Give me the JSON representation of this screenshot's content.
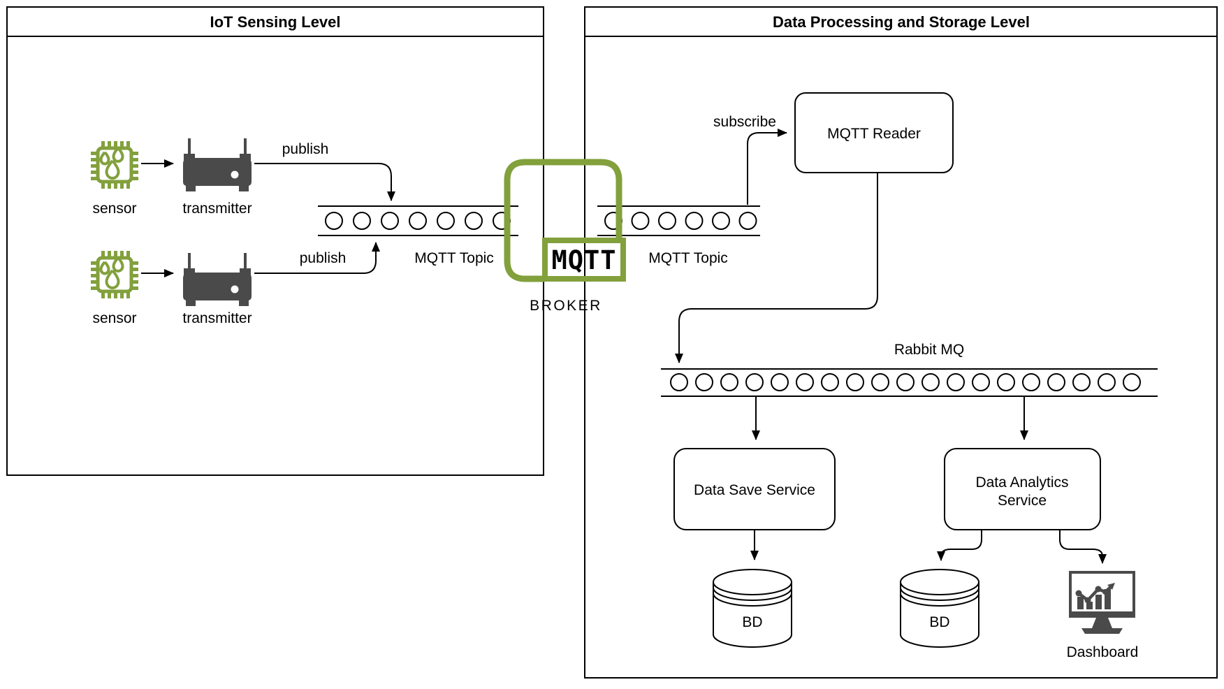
{
  "colors": {
    "green": "#82A03C",
    "dark_gray": "#4A4A4A",
    "broker_text": "#34405B",
    "line": "#000000"
  },
  "left_panel": {
    "title": "IoT Sensing Level",
    "sensor_label": "sensor",
    "transmitter_label": "transmitter",
    "publish_label": "publish",
    "topic_label": "MQTT Topic",
    "queue_circles": 7
  },
  "broker": {
    "logo_text": "MQTT",
    "label": "BROKER"
  },
  "right_panel": {
    "title": "Data Processing and Storage Level",
    "subscribe_label": "subscribe",
    "reader_label": "MQTT Reader",
    "topic_label": "MQTT Topic",
    "topic_circles": 6,
    "rabbitmq_label": "Rabbit MQ",
    "rabbitmq_circles": 19,
    "save_service_label": "Data Save Service",
    "analytics_service_line1": "Data Analytics",
    "analytics_service_line2": "Service",
    "db_label": "BD",
    "dashboard_label": "Dashboard"
  }
}
